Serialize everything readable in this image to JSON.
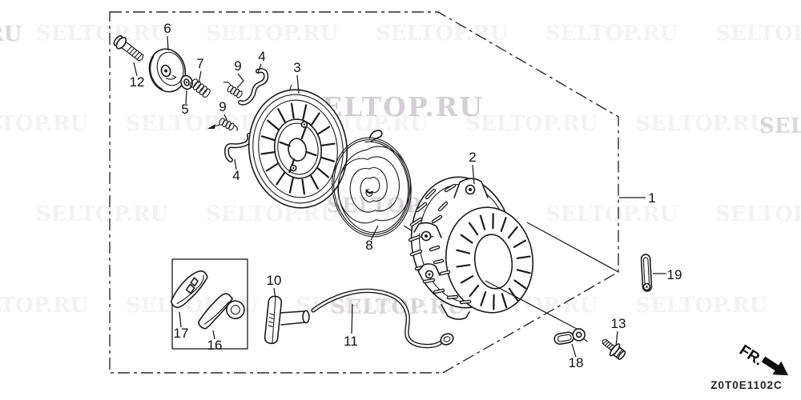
{
  "colors": {
    "line": "#1a1a1a",
    "background": "#ffffff",
    "watermark": "#9b8e9b"
  },
  "watermark": {
    "text": "SELTOP.RU"
  },
  "footer": {
    "drawing_code": "Z0T0E1102C"
  },
  "orientation": {
    "front_label": "FR."
  },
  "callouts": {
    "c1": "1",
    "c2": "2",
    "c3": "3",
    "c4a": "4",
    "c4b": "4",
    "c5": "5",
    "c6": "6",
    "c7": "7",
    "c8": "8",
    "c9a": "9",
    "c9b": "9",
    "c10": "10",
    "c11": "11",
    "c12": "12",
    "c13": "13",
    "c16": "16",
    "c17": "17",
    "c18": "18",
    "c19": "19"
  }
}
